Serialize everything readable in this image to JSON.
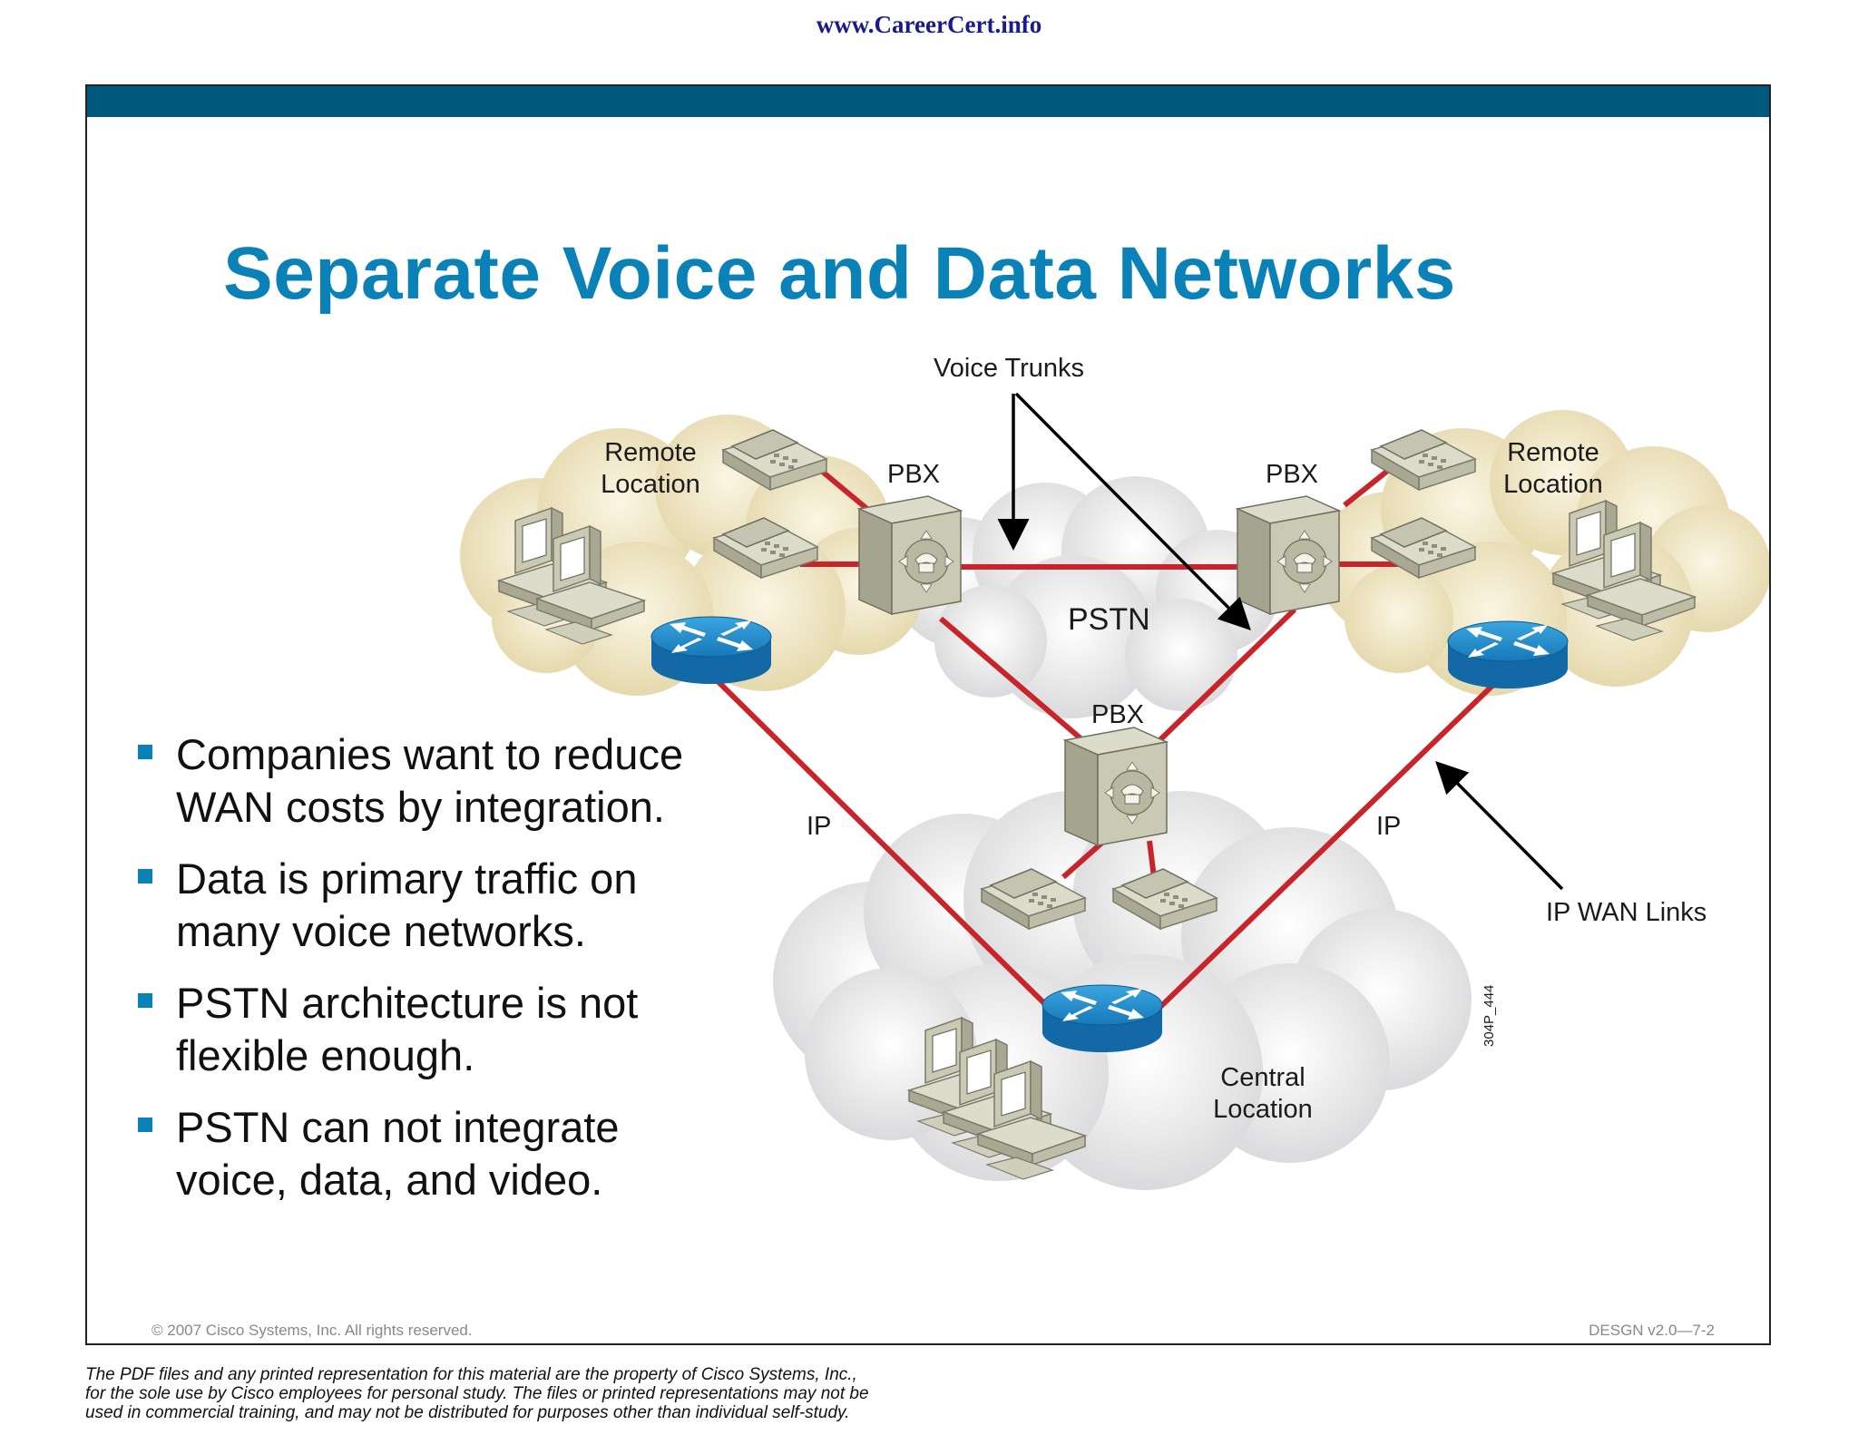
{
  "header": {
    "site_url": "www.CareerCert.info"
  },
  "slide": {
    "title": "Separate Voice and Data Networks",
    "bullets": [
      {
        "line1": "Companies want to reduce",
        "line2": "WAN costs by integration."
      },
      {
        "line1": "Data is primary traffic on",
        "line2": "many voice networks."
      },
      {
        "line1": "PSTN architecture is not",
        "line2": "flexible enough."
      },
      {
        "line1": "PSTN can not integrate",
        "line2": "voice, data, and video."
      }
    ],
    "copyright": "© 2007 Cisco Systems, Inc. All rights reserved.",
    "course_code": "DESGN v2.0—7-2"
  },
  "diagram": {
    "voice_trunks_label": "Voice Trunks",
    "pstn_label": "PSTN",
    "pbx_label": "PBX",
    "remote_location_line1": "Remote",
    "remote_location_line2": "Location",
    "central_location_line1": "Central",
    "central_location_line2": "Location",
    "ip_label": "IP",
    "ip_wan_links_label": "IP WAN Links",
    "figure_id": "304P_444",
    "colors": {
      "voice_line": "#c8242b",
      "data_line": "#c8242b",
      "router": "#1a86c8",
      "remote_cloud": "#efe5c2",
      "central_cloud": "#e9e9ea",
      "device": "#c9c7b2"
    }
  },
  "disclaimer": {
    "line1": "The PDF files and any printed representation for this material are the property of Cisco Systems, Inc.,",
    "line2": "for the sole use by Cisco employees for personal study. The files or printed representations may not be",
    "line3": "used in commercial training, and may not be distributed for purposes other than individual self-study."
  }
}
